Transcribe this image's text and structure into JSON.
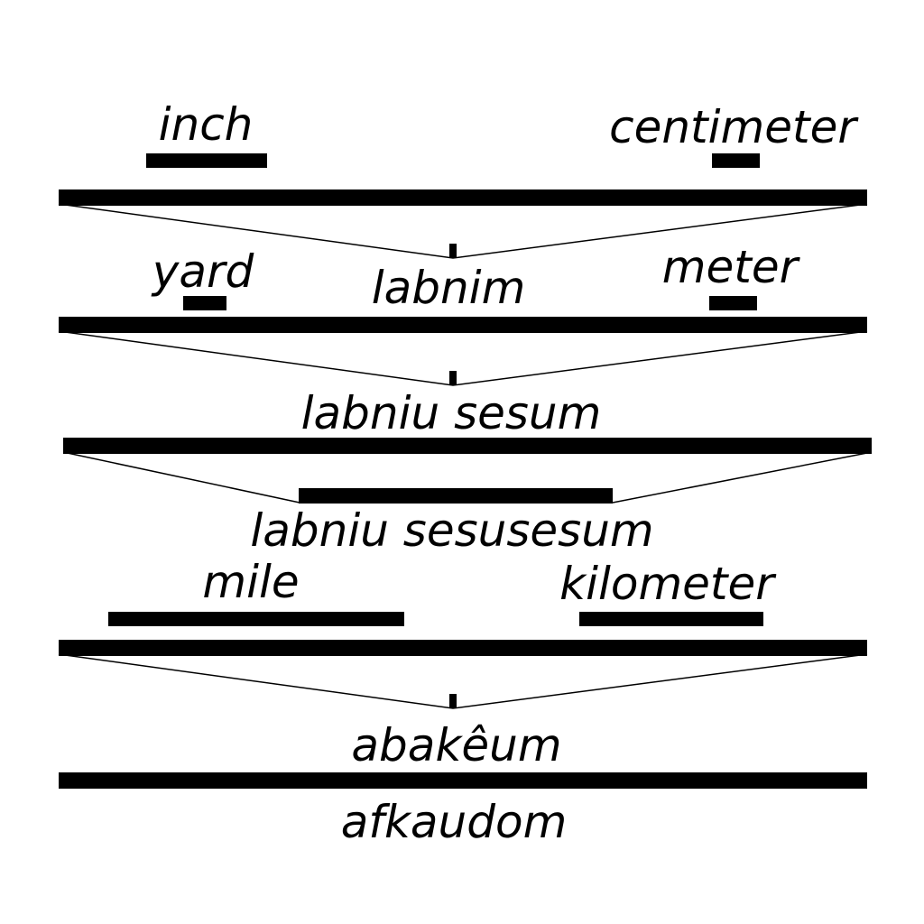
{
  "colors": {
    "ink": "#000000",
    "background": "#ffffff"
  },
  "labels": {
    "inch": "inch",
    "centimeter": "centimeter",
    "yard": "yard",
    "labnim": "labnim",
    "meter": "meter",
    "labniu_sesum": "labniu sesum",
    "labniu_sesusesum": "labniu sesusesum",
    "mile": "mile",
    "kilometer": "kilometer",
    "abakeum": "abakêum",
    "afkaudom": "afkaudom"
  }
}
